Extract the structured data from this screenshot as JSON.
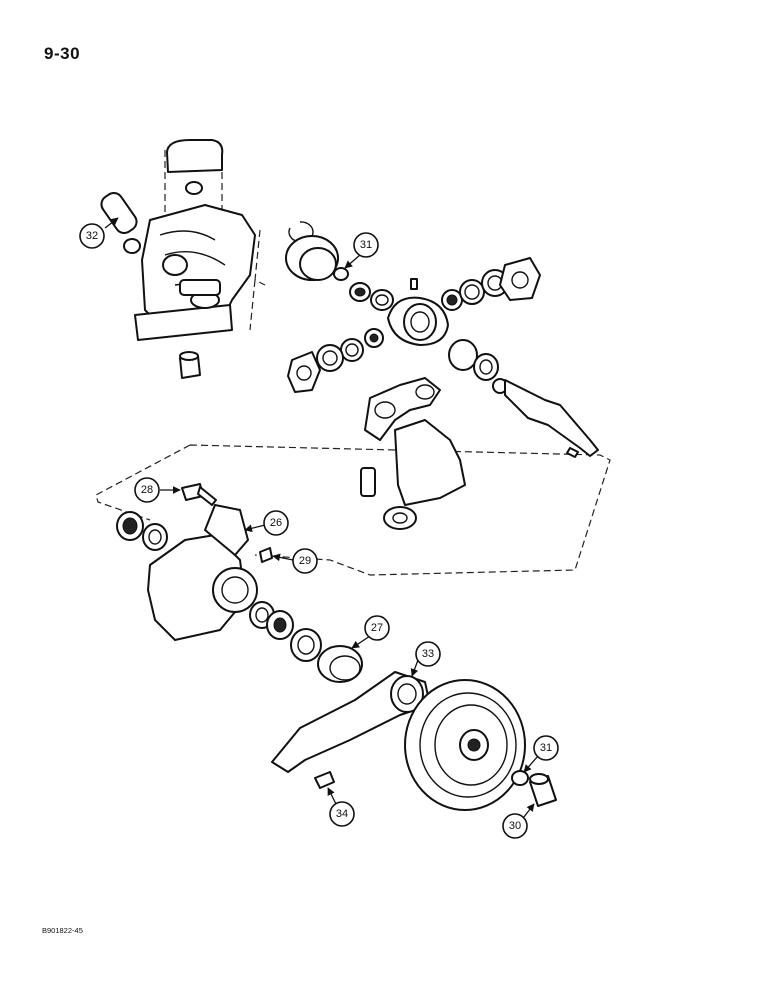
{
  "page": {
    "number": "9-30",
    "doc_code": "B901822-45"
  },
  "callouts": [
    "32",
    "31",
    "28",
    "26",
    "29",
    "27",
    "33",
    "31",
    "30",
    "34"
  ],
  "colors": {
    "ink": "#111111",
    "paper": "#ffffff"
  }
}
